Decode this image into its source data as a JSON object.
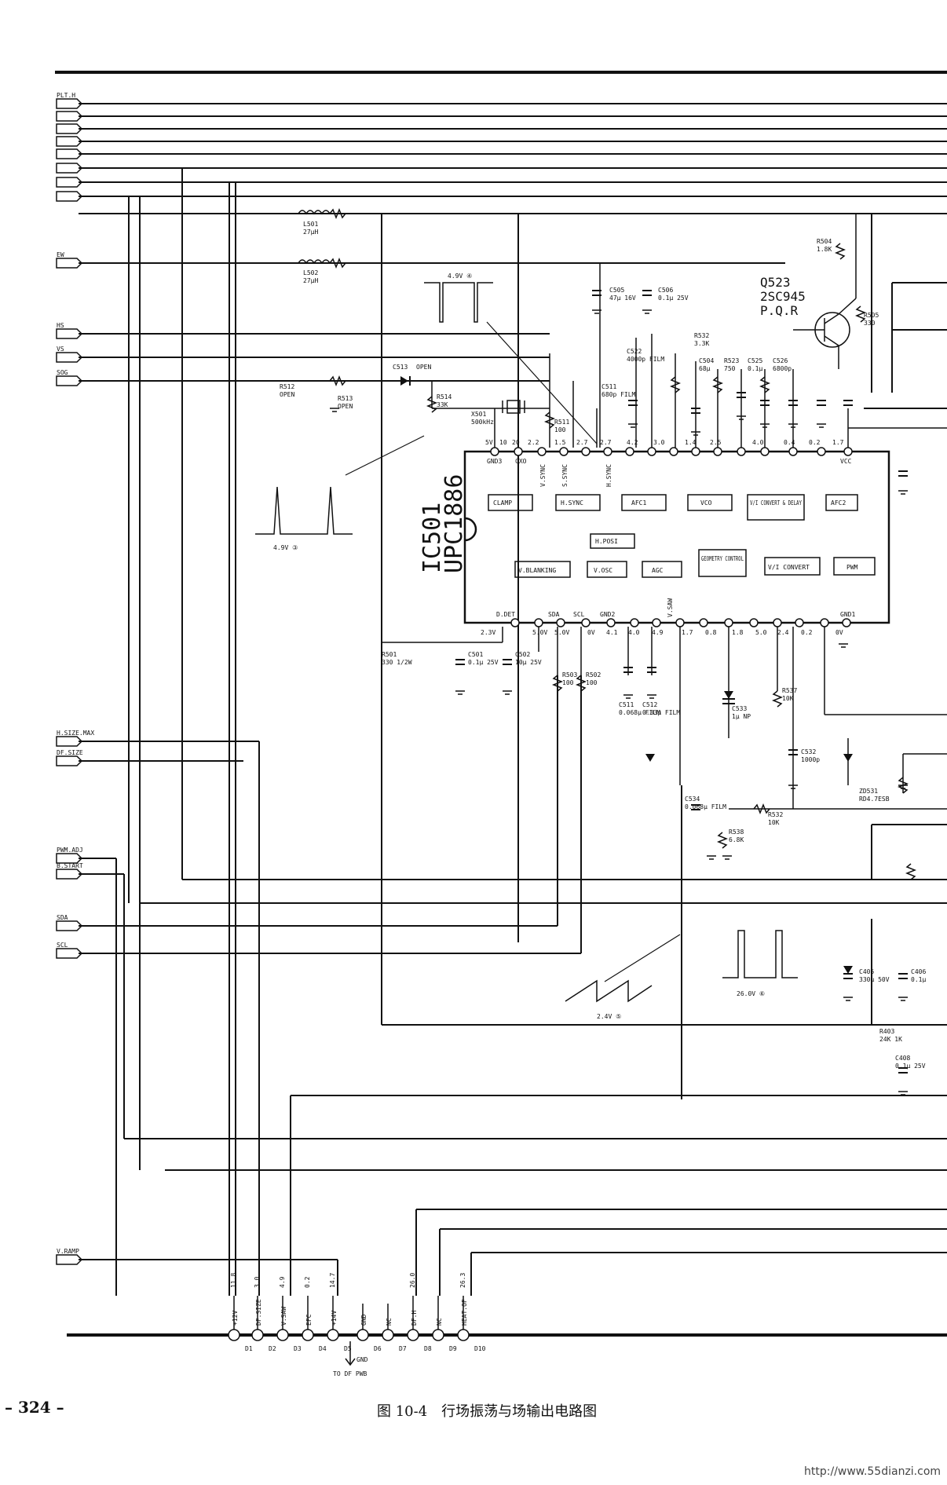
{
  "page": {
    "number": "– 324 –",
    "caption": "图 10-4　行场振荡与场输出电路图",
    "watermark": "http://www.55dianzi.com"
  },
  "ic": {
    "ref": "IC501",
    "part": "UPC1886"
  },
  "transistor": {
    "ref": "Q523",
    "part": "2SC945",
    "grade": "P.Q.R"
  },
  "blocks": {
    "clamp": "CLAMP",
    "hsync": "H.SYNC",
    "afc1": "AFC1",
    "vco": "VCO",
    "vi_convert_delay": "V/I CONVERT & DELAY",
    "afc2": "AFC2",
    "hposi": "H.POSI",
    "geometry_control": "GEOMETRY CONTROL",
    "vi_convert": "V/I CONVERT",
    "pwm": "PWM",
    "vblanking": "V.BLANKING",
    "vosc": "V.OSC",
    "agc": "AGC"
  },
  "left_signals": [
    "PLT.H",
    "EW",
    "HS",
    "VS",
    "SOG",
    "H.SIZE.MAX",
    "DF.SIZE",
    "PWM.ADJ",
    "B.START",
    "SDA",
    "SCL",
    "V.RAMP"
  ],
  "top_pins": [
    "5V",
    "10",
    "20",
    "2.2",
    "1.5",
    "2.7",
    "2.7",
    "4.2",
    "3.0",
    "1.4",
    "2.5",
    "4.0",
    "0.4",
    "0.2",
    "1.7"
  ],
  "bottom_pins": [
    "2.3V",
    "5.0V",
    "5.0V",
    "0V",
    "4.1",
    "4.0",
    "4.9",
    "1.7",
    "0.8",
    "1.8",
    "5.0",
    "2.4",
    "0.2",
    "0V"
  ],
  "pin_names_top": [
    "GND3",
    "CXO",
    "V.SYNC",
    "S.SYNC",
    "H.SYNC",
    "VCC"
  ],
  "pin_names_bottom": [
    "D.DET",
    "SDA",
    "SCL",
    "GND2",
    "V.SAW",
    "GND1"
  ],
  "waveforms": [
    {
      "label": "4.9V ③"
    },
    {
      "label": "4.9V ④"
    },
    {
      "label": "2.4V ⑤"
    },
    {
      "label": "26.0V ⑥"
    }
  ],
  "components": [
    {
      "ref": "L501",
      "value": "27μH"
    },
    {
      "ref": "L502",
      "value": "27μH"
    },
    {
      "ref": "C505",
      "value": "47μ 16V"
    },
    {
      "ref": "C506",
      "value": "0.1μ 25V"
    },
    {
      "ref": "C522",
      "value": "4000p FILM"
    },
    {
      "ref": "R532",
      "value": "3.3K"
    },
    {
      "ref": "C504",
      "value": "68μ"
    },
    {
      "ref": "R523",
      "value": "750"
    },
    {
      "ref": "C525",
      "value": "0.1μ"
    },
    {
      "ref": "C526",
      "value": "6800p"
    },
    {
      "ref": "R504",
      "value": "1.8K"
    },
    {
      "ref": "R505",
      "value": "330"
    },
    {
      "ref": "C513",
      "value": "OPEN"
    },
    {
      "ref": "R512",
      "value": "OPEN"
    },
    {
      "ref": "R513",
      "value": "OPEN"
    },
    {
      "ref": "R514",
      "value": "33K"
    },
    {
      "ref": "X501",
      "value": "500kHz"
    },
    {
      "ref": "R511",
      "value": "100"
    },
    {
      "ref": "C511",
      "value": "680p FILM"
    },
    {
      "ref": "R501",
      "value": "330 1/2W"
    },
    {
      "ref": "C501",
      "value": "0.1μ 25V"
    },
    {
      "ref": "C502",
      "value": "10μ 25V"
    },
    {
      "ref": "R503",
      "value": "100"
    },
    {
      "ref": "R502",
      "value": "100"
    },
    {
      "ref": "C511",
      "value": "0.068μ FILM"
    },
    {
      "ref": "C512",
      "value": "0.33μ FILM"
    },
    {
      "ref": "C533",
      "value": "1μ NP"
    },
    {
      "ref": "R537",
      "value": "10K"
    },
    {
      "ref": "C534",
      "value": "0.068μ FILM"
    },
    {
      "ref": "R538",
      "value": "6.8K"
    },
    {
      "ref": "R532",
      "value": "10K"
    },
    {
      "ref": "C405",
      "value": "330μ 50V"
    },
    {
      "ref": "C406",
      "value": "0.1μ"
    },
    {
      "ref": "R403",
      "value": "24K 1K"
    },
    {
      "ref": "C408",
      "value": "0.1μ 25V"
    },
    {
      "ref": "ZD531",
      "value": "RD4.7ESB"
    },
    {
      "ref": "C532",
      "value": "1000p"
    }
  ],
  "connector": {
    "voltages": [
      "11.8",
      "3.0",
      "4.9",
      "0.2",
      "14.7",
      "26.0",
      "26.3"
    ],
    "pin_labels": [
      "+12V",
      "DF.SIZE",
      "V.SAW",
      "EFC",
      "+14V",
      "GND",
      "NC",
      "DF.H",
      "NC",
      "HEAT.OF"
    ],
    "pin_numbers": [
      "D1",
      "D2",
      "D3",
      "D4",
      "D5",
      "D6",
      "D7",
      "D8",
      "D9",
      "D10"
    ],
    "note": "TO DF PWB",
    "gnd": "GND"
  }
}
